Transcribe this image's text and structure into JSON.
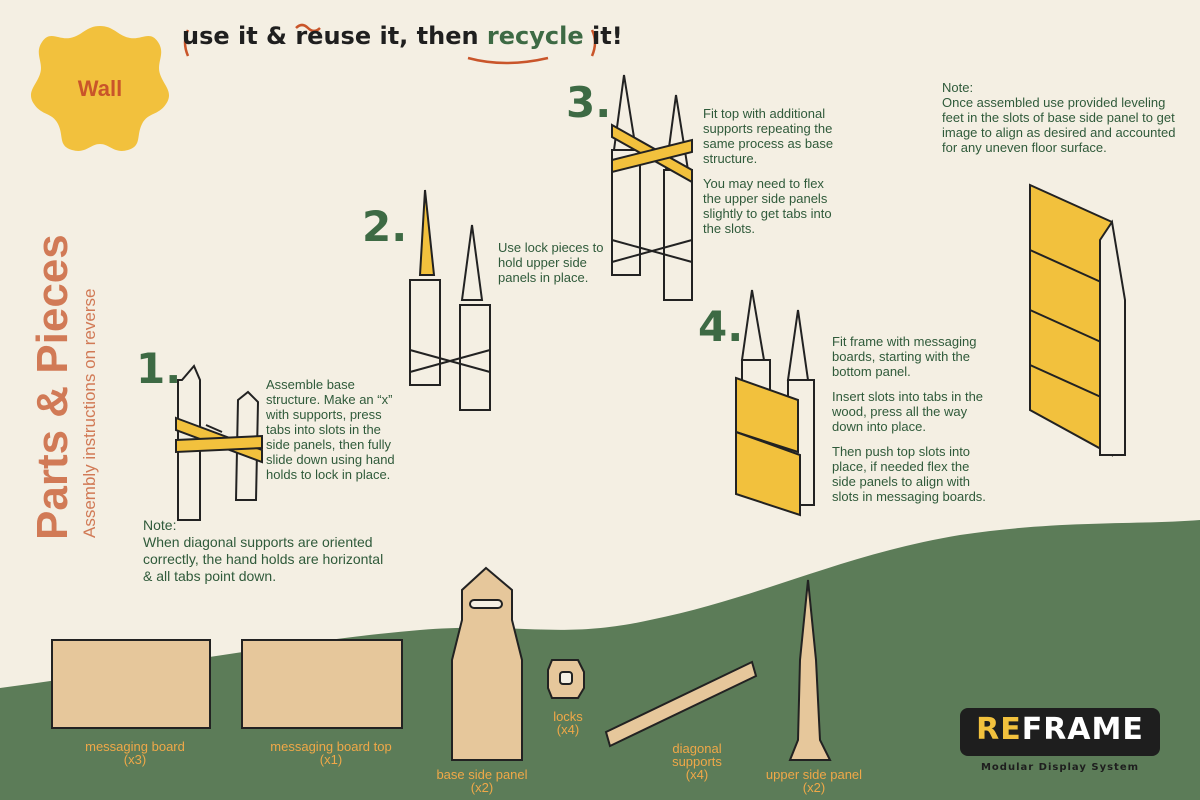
{
  "header": {
    "tagline_part1": "use it & reuse it, then ",
    "tagline_part2": "recycle",
    "tagline_part3": " it!"
  },
  "badge": {
    "label": "Wall"
  },
  "side": {
    "title": "Parts & Pieces",
    "subtitle": "Assembly instructions on reverse"
  },
  "steps": [
    {
      "number": "1.",
      "paragraphs": [
        "Assemble base structure. Make an “x” with supports, press tabs into slots in the side panels, then fully slide down using hand holds to lock in place."
      ]
    },
    {
      "number": "2.",
      "paragraphs": [
        "Use lock pieces to hold upper side panels in place."
      ]
    },
    {
      "number": "3.",
      "paragraphs": [
        "Fit top with additional supports repeating the same process as base structure.",
        "You may need to flex the upper side panels slightly to get tabs into the slots."
      ]
    },
    {
      "number": "4.",
      "paragraphs": [
        "Fit frame with messaging boards, starting with the bottom panel.",
        "Insert slots into tabs in the wood, press all the way down into place.",
        "Then push top slots into place, if needed flex the side panels to align with slots in messaging boards."
      ]
    }
  ],
  "notes": {
    "left": {
      "title": "Note:",
      "body": "When diagonal supports are oriented correctly, the hand holds are horizontal & all tabs point down."
    },
    "right": {
      "title": "Note:",
      "body": "Once assembled use provided leveling feet in the slots of base side panel to get image to align as desired and accounted for any uneven floor surface."
    }
  },
  "parts": [
    {
      "name": "messaging board",
      "qty": "(x3)"
    },
    {
      "name": "messaging board top",
      "qty": "(x1)"
    },
    {
      "name": "base side panel",
      "qty": "(x2)"
    },
    {
      "name": "locks",
      "qty": "(x4)"
    },
    {
      "name": "diagonal supports",
      "qty": "(x4)"
    },
    {
      "name": "upper side panel",
      "qty": "(x2)"
    }
  ],
  "brand": {
    "logo_part1": "RE",
    "logo_part2": "FRAME",
    "tagline": "Modular Display System"
  },
  "colors": {
    "background": "#f4efe3",
    "green": "#5c7c58",
    "yellow": "#f2c13d",
    "wood": "#e6c79b",
    "orange": "#d17a56"
  }
}
